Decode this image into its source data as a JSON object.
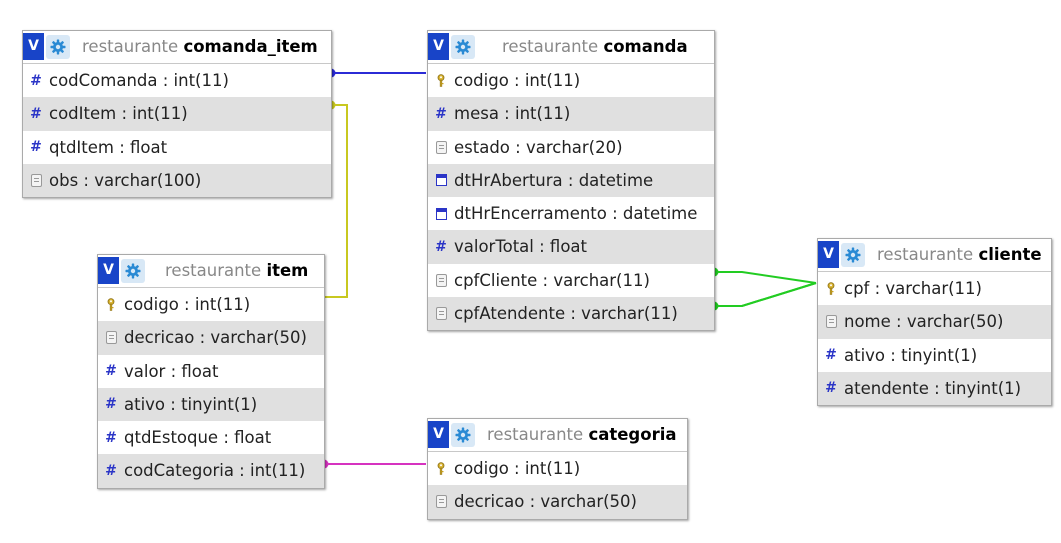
{
  "schema": "restaurante",
  "tables": {
    "comanda_item": {
      "db": "restaurante",
      "name": "comanda_item",
      "columns": [
        {
          "text": "codComanda : int(11)",
          "icon": "hash-icon"
        },
        {
          "text": "codItem : int(11)",
          "icon": "hash-icon"
        },
        {
          "text": "qtdItem : float",
          "icon": "hash-icon"
        },
        {
          "text": "obs : varchar(100)",
          "icon": "text-field-icon"
        }
      ]
    },
    "comanda": {
      "db": "restaurante",
      "name": "comanda",
      "columns": [
        {
          "text": "codigo : int(11)",
          "icon": "primary-key-icon"
        },
        {
          "text": "mesa : int(11)",
          "icon": "hash-icon"
        },
        {
          "text": "estado : varchar(20)",
          "icon": "text-field-icon"
        },
        {
          "text": "dtHrAbertura : datetime",
          "icon": "calendar-icon"
        },
        {
          "text": "dtHrEncerramento : datetime",
          "icon": "calendar-icon"
        },
        {
          "text": "valorTotal : float",
          "icon": "hash-icon"
        },
        {
          "text": "cpfCliente : varchar(11)",
          "icon": "text-field-icon"
        },
        {
          "text": "cpfAtendente : varchar(11)",
          "icon": "text-field-icon"
        }
      ]
    },
    "item": {
      "db": "restaurante",
      "name": "item",
      "columns": [
        {
          "text": "codigo : int(11)",
          "icon": "primary-key-icon"
        },
        {
          "text": "decricao : varchar(50)",
          "icon": "text-field-icon"
        },
        {
          "text": "valor : float",
          "icon": "hash-icon"
        },
        {
          "text": "ativo : tinyint(1)",
          "icon": "hash-icon"
        },
        {
          "text": "qtdEstoque : float",
          "icon": "hash-icon"
        },
        {
          "text": "codCategoria : int(11)",
          "icon": "hash-icon"
        }
      ]
    },
    "cliente": {
      "db": "restaurante",
      "name": "cliente",
      "columns": [
        {
          "text": "cpf : varchar(11)",
          "icon": "primary-key-icon"
        },
        {
          "text": "nome : varchar(50)",
          "icon": "text-field-icon"
        },
        {
          "text": "ativo : tinyint(1)",
          "icon": "hash-icon"
        },
        {
          "text": "atendente : tinyint(1)",
          "icon": "hash-icon"
        }
      ]
    },
    "categoria": {
      "db": "restaurante",
      "name": "categoria",
      "columns": [
        {
          "text": "codigo : int(11)",
          "icon": "primary-key-icon"
        },
        {
          "text": "decricao : varchar(50)",
          "icon": "text-field-icon"
        }
      ]
    }
  },
  "toggle_label": "V",
  "relations": [
    {
      "from": "comanda_item.codComanda",
      "to": "comanda.codigo",
      "color": "#2b2bd6"
    },
    {
      "from": "comanda_item.codItem",
      "to": "item.codigo",
      "color": "#c8c820"
    },
    {
      "from": "comanda.cpfCliente",
      "to": "cliente.cpf",
      "color": "#22cc22"
    },
    {
      "from": "comanda.cpfAtendente",
      "to": "cliente.cpf",
      "color": "#22cc22"
    },
    {
      "from": "item.codCategoria",
      "to": "categoria.codigo",
      "color": "#d633c0"
    }
  ]
}
